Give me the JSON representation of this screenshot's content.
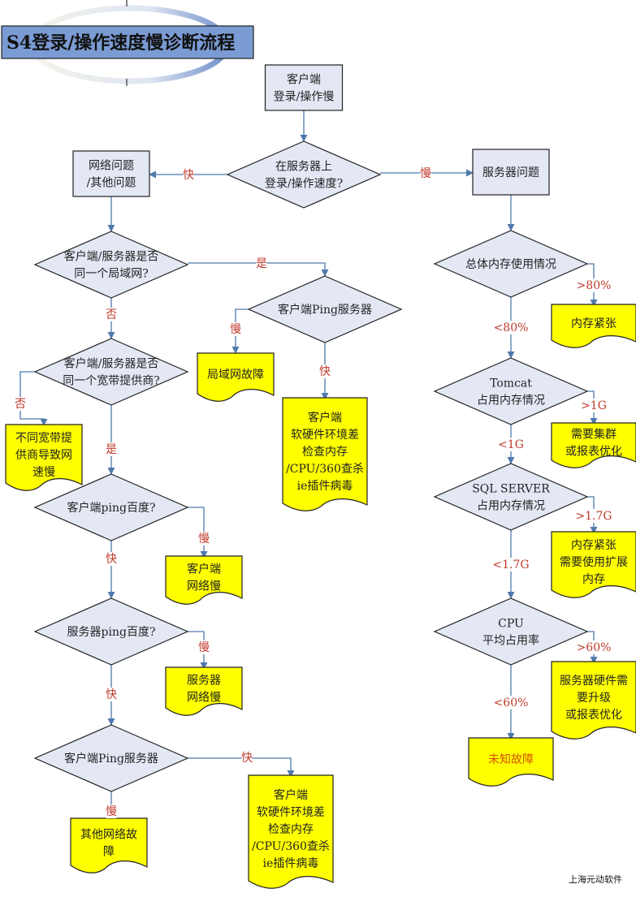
{
  "title": "S4登录/操作速度慢诊断流程",
  "footer": "上海元动软件",
  "colors": {
    "process_fill": "#e3e8f4",
    "document_fill": "#ffff00",
    "edge": "#4f79ad",
    "edge_label": "#c0392b",
    "title_band": "#7a9bd3"
  },
  "nodes": {
    "start": {
      "lines": [
        "客户端",
        "登录/操作慢"
      ]
    },
    "d_server_speed": {
      "lines": [
        "在服务器上",
        "登录/操作速度?"
      ]
    },
    "network_issue": {
      "lines": [
        "网络问题",
        "/其他问题"
      ]
    },
    "server_issue": {
      "lines": [
        "服务器问题"
      ]
    },
    "d_same_lan": {
      "lines": [
        "客户端/服务器是否",
        "同一个局域网?"
      ]
    },
    "d_ping_server_lan": {
      "lines": [
        "客户端Ping服务器"
      ]
    },
    "lan_fault": {
      "lines": [
        "局域网故障"
      ]
    },
    "client_env_1": {
      "lines": [
        "客户端",
        "软硬件环境差",
        "检查内存",
        "/CPU/360查杀",
        "ie插件病毒"
      ]
    },
    "d_same_isp": {
      "lines": [
        "客户端/服务器是否",
        "同一个宽带提供商?"
      ]
    },
    "diff_isp": {
      "lines": [
        "不同宽带提",
        "供商导致网",
        "速慢"
      ]
    },
    "d_client_ping_baidu": {
      "lines": [
        "客户端ping百度?"
      ]
    },
    "client_net_slow": {
      "lines": [
        "客户端",
        "网络慢"
      ]
    },
    "d_server_ping_baidu": {
      "lines": [
        "服务器ping百度?"
      ]
    },
    "server_net_slow": {
      "lines": [
        "服务器",
        "网络慢"
      ]
    },
    "d_client_ping_server": {
      "lines": [
        "客户端Ping服务器"
      ]
    },
    "other_net_fault": {
      "lines": [
        "其他网络故",
        "障"
      ]
    },
    "client_env_2": {
      "lines": [
        "客户端",
        "软硬件环境差",
        "检查内存",
        "/CPU/360查杀",
        "ie插件病毒"
      ]
    },
    "d_total_mem": {
      "lines": [
        "总体内存使用情况"
      ]
    },
    "mem_tight": {
      "lines": [
        "内存紧张"
      ]
    },
    "d_tomcat": {
      "lines": [
        "Tomcat",
        "占用内存情况"
      ]
    },
    "need_cluster": {
      "lines": [
        "需要集群",
        "或报表优化"
      ]
    },
    "d_sqlserver": {
      "lines": [
        "SQL SERVER",
        "占用内存情况"
      ]
    },
    "mem_tight_ext": {
      "lines": [
        "内存紧张",
        "需要使用扩展",
        "内存"
      ]
    },
    "d_cpu": {
      "lines": [
        "CPU",
        "平均占用率"
      ]
    },
    "hw_upgrade": {
      "lines": [
        "服务器硬件需",
        "要升级",
        "或报表优化"
      ]
    },
    "unknown_fault": {
      "lines": [
        "未知故障"
      ]
    }
  },
  "edge_labels": {
    "fast": "快",
    "slow": "慢",
    "yes": "是",
    "no": "否",
    "mem_gt80": ">80%",
    "mem_lt80": "<80%",
    "tomcat_gt1g": ">1G",
    "tomcat_lt1g": "<1G",
    "sql_gt17": ">1.7G",
    "sql_lt17": "<1.7G",
    "cpu_gt60": ">60%",
    "cpu_lt60": "<60%"
  }
}
